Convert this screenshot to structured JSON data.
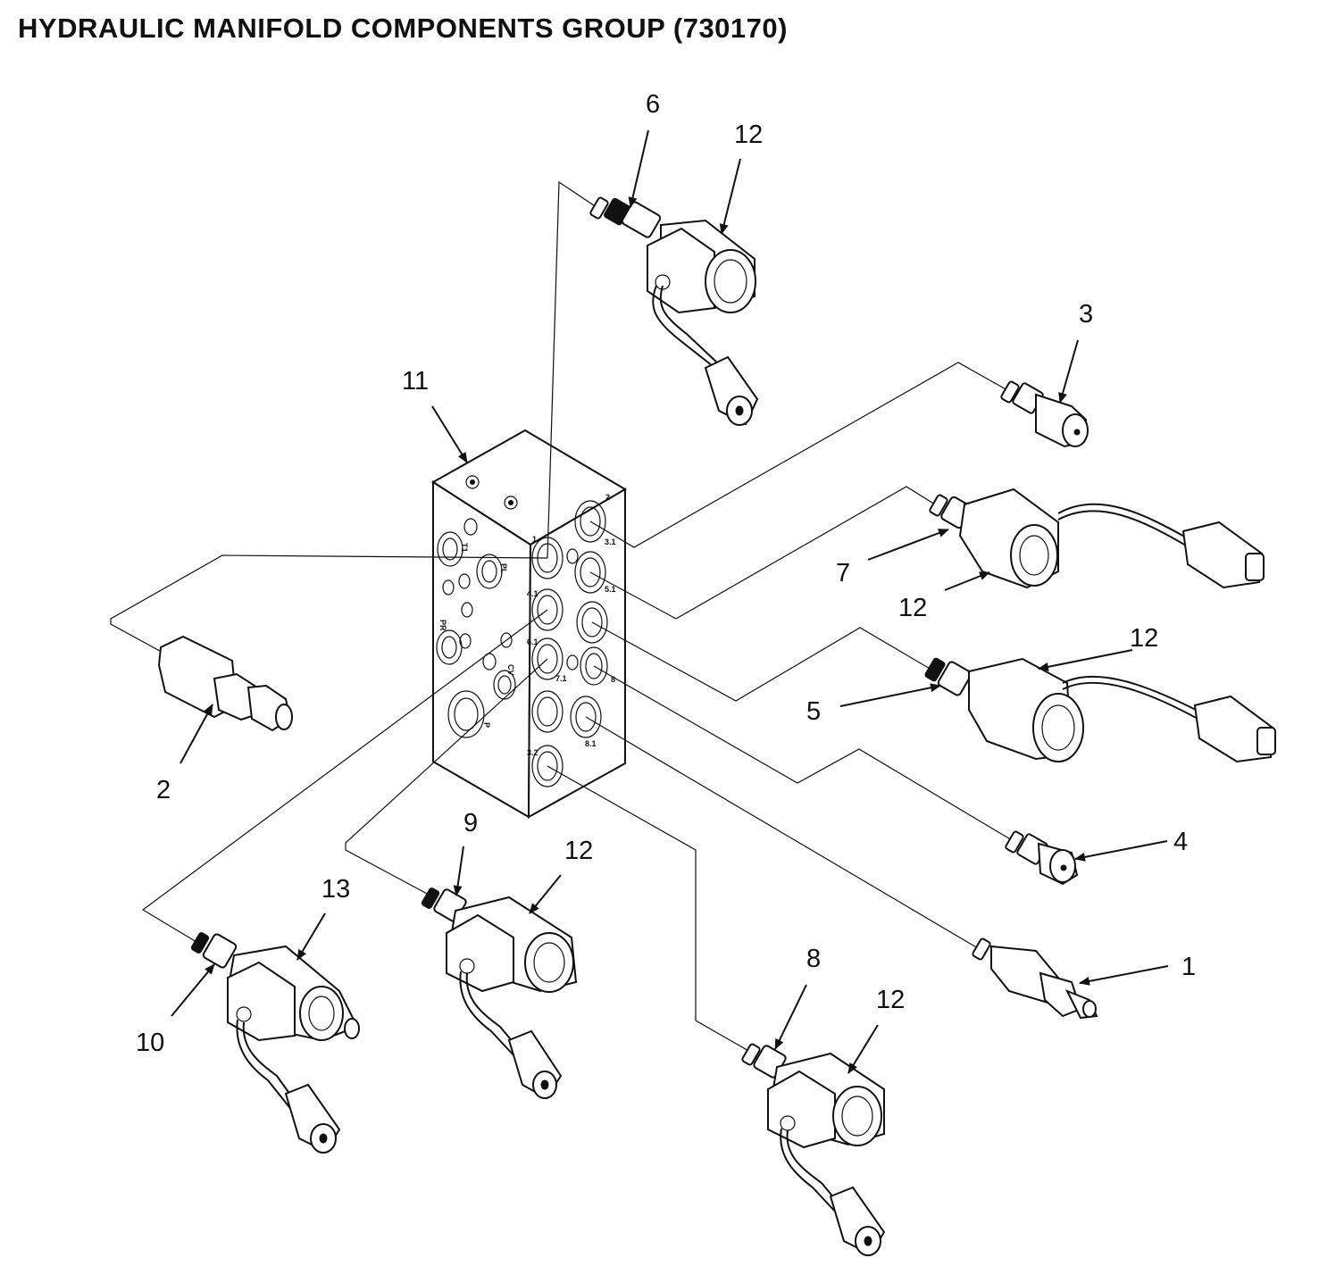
{
  "title": "HYDRAULIC MANIFOLD COMPONENTS GROUP (730170)",
  "callouts": {
    "c1": "1",
    "c2": "2",
    "c3": "3",
    "c4": "4",
    "c5": "5",
    "c6": "6",
    "c7": "7",
    "c8": "8",
    "c9": "9",
    "c10": "10",
    "c11": "11",
    "c13": "13",
    "c12_top": "12",
    "c12_right_upper": "12",
    "c12_right_lower": "12",
    "c12_bottom_mid": "12",
    "c12_bottom_right": "12"
  },
  "manifold_ports": {
    "p1": "1",
    "p2": "2",
    "p31": "3.1",
    "p41": "4.1",
    "p51": "5.1",
    "p61": "6.1",
    "p71": "7.1",
    "p8": "8",
    "p81": "8.1",
    "p32": "3.2",
    "t1": "T1",
    "pl": "PL",
    "pr": "PR",
    "cv": "CV",
    "p": "P"
  }
}
